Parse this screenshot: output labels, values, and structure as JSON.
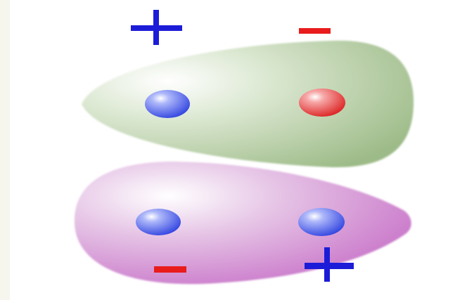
{
  "colors": {
    "border_background": "#f6f6ee",
    "panel_background": "#ffffff",
    "upper_lobe": "#a9c495",
    "lower_lobe": "#c870c8",
    "positive_sign": "#1c1cd8",
    "negative_sign": "#e81c1c",
    "blue_ball": "#4f62ee",
    "red_ball": "#ea3a3a"
  },
  "diagram": {
    "upper_lobe": {
      "balls": [
        {
          "color_name": "blue",
          "color": "#4f62ee"
        },
        {
          "color_name": "red",
          "color": "#ea3a3a"
        }
      ],
      "signs": [
        {
          "text": "+",
          "kind": "positive"
        },
        {
          "text": "−",
          "kind": "negative"
        }
      ]
    },
    "lower_lobe": {
      "balls": [
        {
          "color_name": "blue",
          "color": "#4f62ee"
        },
        {
          "color_name": "blue",
          "color": "#4f62ee"
        }
      ],
      "signs": [
        {
          "text": "−",
          "kind": "negative"
        },
        {
          "text": "+",
          "kind": "positive"
        }
      ]
    }
  }
}
